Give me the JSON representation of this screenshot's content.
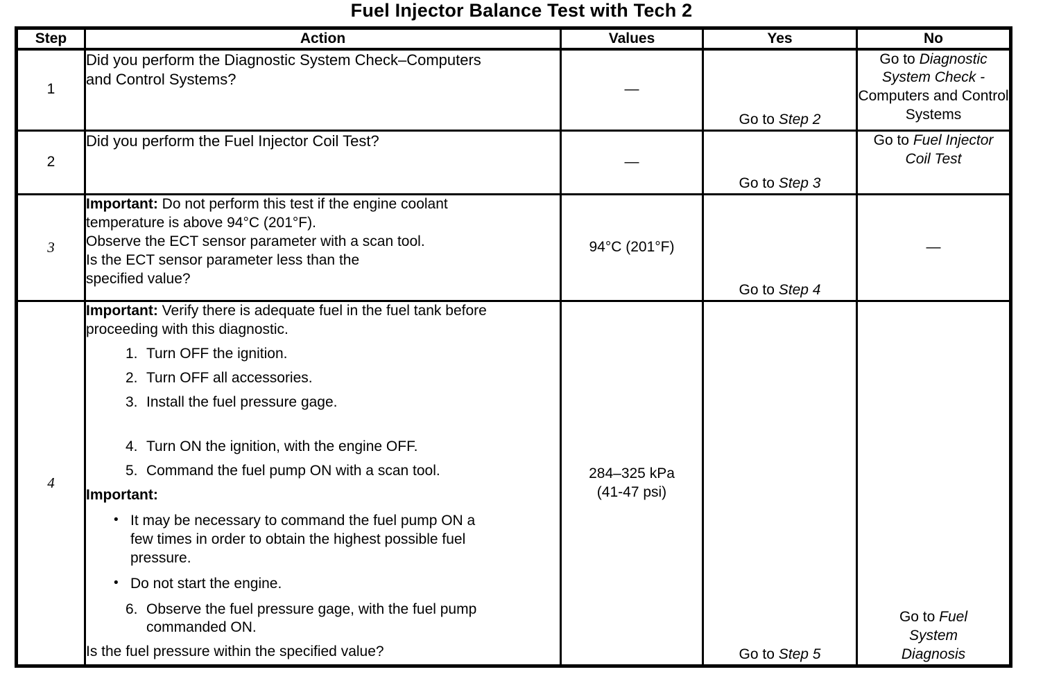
{
  "page_title": "Fuel Injector Balance Test with Tech 2",
  "bullet_glyph": "•",
  "table": {
    "headers": {
      "step": "Step",
      "action": "Action",
      "values": "Values",
      "yes": "Yes",
      "no": "No"
    },
    "rows": [
      {
        "step": "1",
        "action": {
          "question": "Did you perform the Diagnostic System Check–Computers and Control Systems?"
        },
        "values": {
          "dash": "—"
        },
        "yes": {
          "prefix": "Go to",
          "ref": "Step 2"
        },
        "no": {
          "prefix": "Go to",
          "ref_italic": "Diagnostic System Check -",
          "ref_plain": "Computers and Control Systems"
        }
      },
      {
        "step": "2",
        "action": {
          "question": "Did you perform the Fuel Injector Coil Test?"
        },
        "values": {
          "dash": "—"
        },
        "yes": {
          "prefix": "Go to",
          "ref": "Step 3"
        },
        "no": {
          "prefix": "Go to",
          "ref_italic": "Fuel Injector Coil Test"
        }
      },
      {
        "step": "3",
        "action": {
          "important_label": "Important:",
          "important_text": "Do not perform this test if the engine coolant temperature is above 94°C (201°F).",
          "observe": "Observe the ECT sensor parameter with a scan tool.",
          "question": "Is the ECT sensor parameter less than the specified value?"
        },
        "values": {
          "text": "94°C (201°F)"
        },
        "yes": {
          "prefix": "Go to",
          "ref": "Step 4"
        },
        "no": {
          "dash": "—"
        }
      },
      {
        "step": "4",
        "action": {
          "important_label": "Important:",
          "important_text": "Verify there is adequate fuel in the fuel tank before proceeding with this diagnostic.",
          "numbered_steps": [
            {
              "num": "1.",
              "text": "Turn OFF the ignition."
            },
            {
              "num": "2.",
              "text": "Turn OFF all accessories."
            },
            {
              "num": "3.",
              "text": "Install the fuel pressure gage."
            },
            {
              "num": "4.",
              "text": "Turn ON the ignition, with the engine OFF."
            },
            {
              "num": "5.",
              "text": "Command the fuel pump ON with a scan tool."
            }
          ],
          "important2_label": "Important:",
          "bullets": [
            {
              "text": "It may be necessary to command the fuel pump ON a few times in order to obtain the highest possible fuel pressure."
            },
            {
              "text": "Do not start the engine."
            }
          ],
          "step6": {
            "num": "6.",
            "text": "Observe the fuel pressure gage, with the fuel pump commanded ON."
          },
          "question": "Is the fuel pressure within the specified value?"
        },
        "values": {
          "line1": "284–325 kPa",
          "line2": "(41-47 psi)"
        },
        "yes": {
          "prefix": "Go to",
          "ref": "Step 5"
        },
        "no": {
          "prefix": "Go to",
          "ref_italic": "Fuel System Diagnosis"
        }
      }
    ]
  }
}
